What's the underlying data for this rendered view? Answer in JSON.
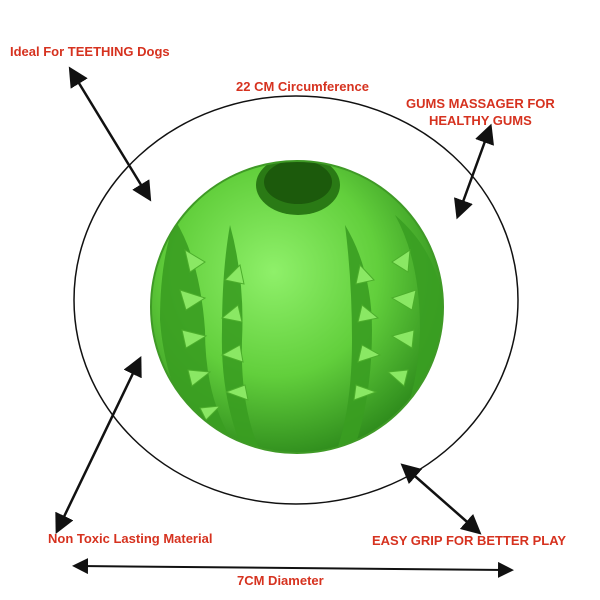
{
  "labels": {
    "teething": "Ideal For TEETHING Dogs",
    "circumference": "22 CM Circumference",
    "gums_line1": "GUMS MASSAGER FOR",
    "gums_line2": "HEALTHY GUMS",
    "non_toxic": "Non Toxic Lasting Material",
    "grip": "EASY GRIP FOR BETTER PLAY",
    "diameter": "7CM Diameter"
  },
  "colors": {
    "label_text": "#d6321f",
    "ball_green": "#6fd94a",
    "ball_dark": "#2f8a1a",
    "line": "#111111"
  }
}
